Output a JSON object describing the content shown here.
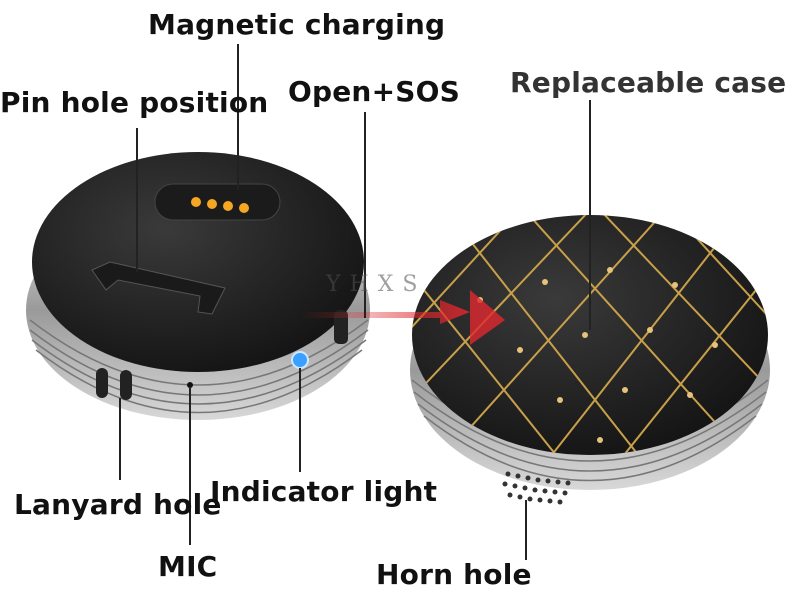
{
  "labels": {
    "magnetic_charging": "Magnetic charging",
    "pin_hole_position": "Pin hole position",
    "open_sos": "Open+SOS",
    "replaceable_case": "Replaceable case",
    "lanyard_hole": "Lanyard hole",
    "indicator_light": "Indicator light",
    "mic": "MIC",
    "horn_hole": "Horn hole"
  },
  "watermark": "YHXS",
  "colors": {
    "charging_pins": "#f5a623",
    "indicator_led": "#3aa0ff",
    "case_lines": "#c9a04a",
    "arrow": "#e0282e"
  }
}
